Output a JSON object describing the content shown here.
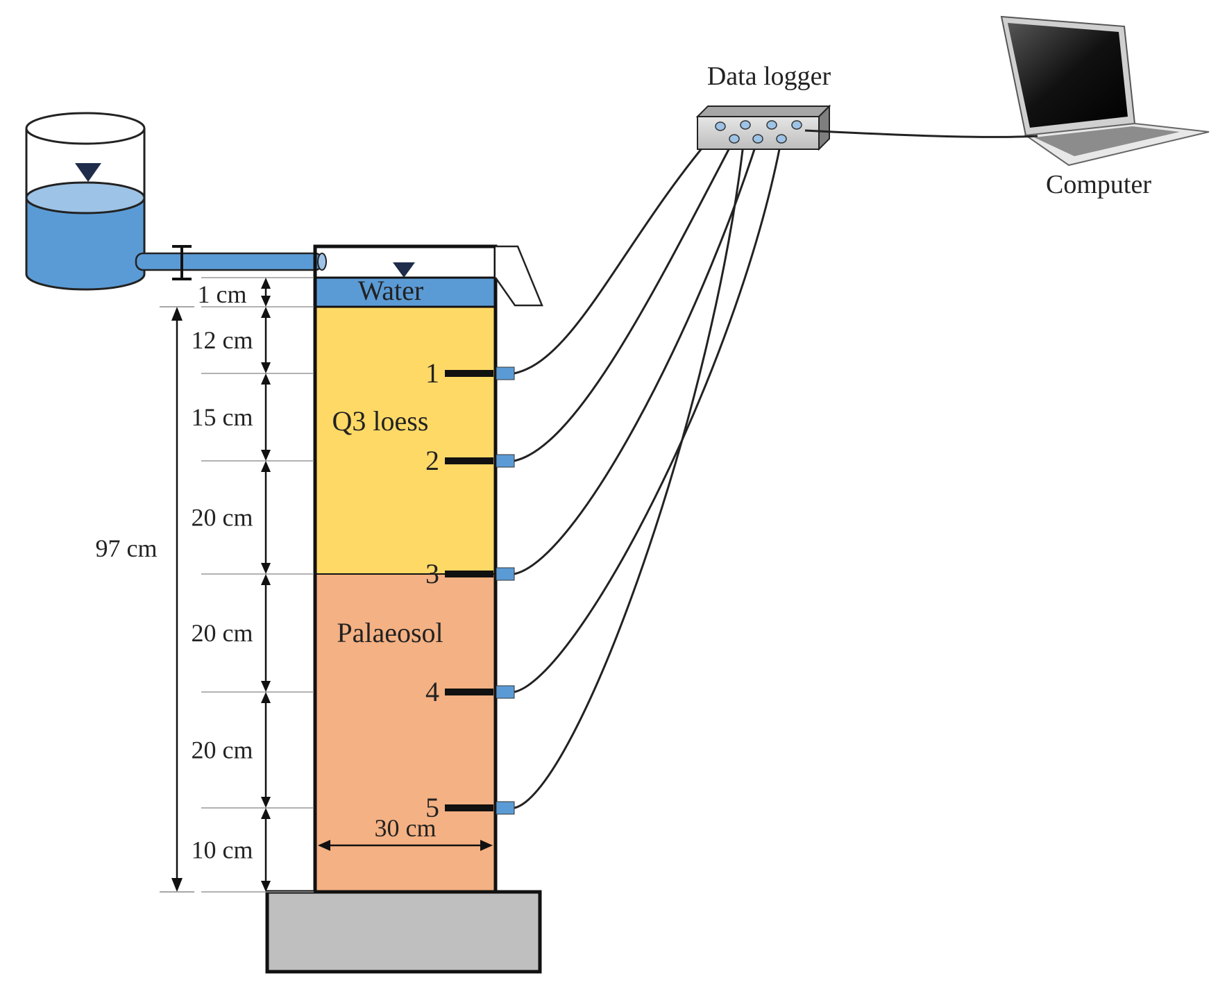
{
  "labels": {
    "data_logger": "Data logger",
    "computer": "Computer",
    "water": "Water",
    "q3_loess": "Q3 loess",
    "palaeosol": "Palaeosol",
    "width": "30 cm",
    "total_height": "97 cm"
  },
  "dimensions": [
    "1 cm",
    "12 cm",
    "15 cm",
    "20 cm",
    "20 cm",
    "20 cm",
    "10 cm"
  ],
  "sensors": [
    "1",
    "2",
    "3",
    "4",
    "5"
  ],
  "colors": {
    "water": "#5b9bd5",
    "q3_loess": "#ffd966",
    "palaeosol": "#f4b183",
    "base": "#bfbfbf",
    "sensor_plug": "#5b9bd5",
    "logger": "#d9d9d9"
  }
}
